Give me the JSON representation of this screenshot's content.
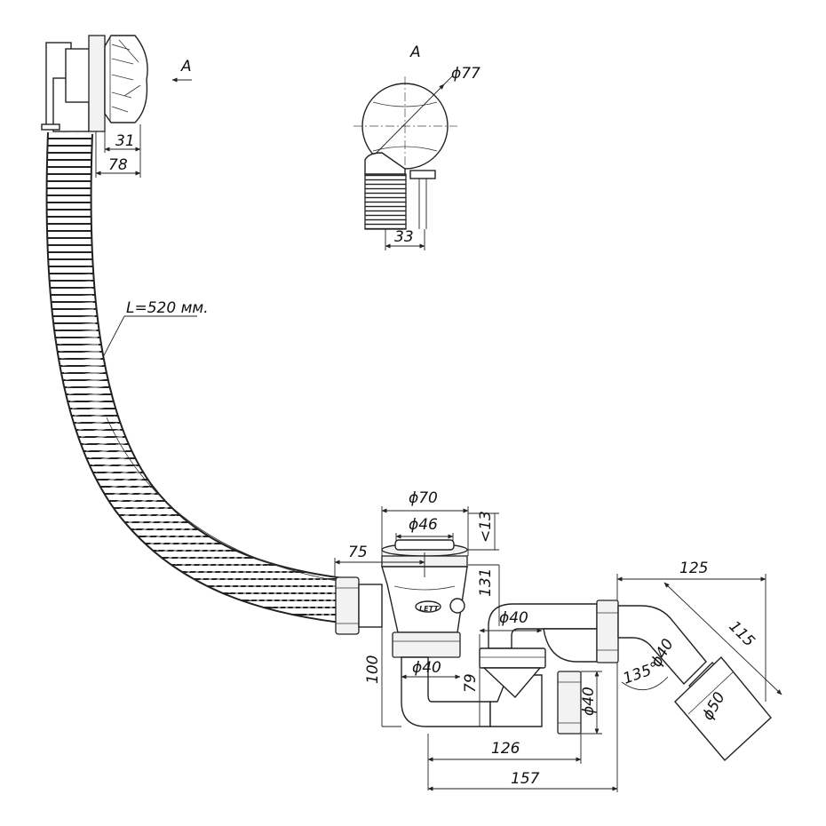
{
  "labels": {
    "view_marker": "A",
    "view_title": "A",
    "hose_length": "L=520 мм.",
    "logo": "LETT"
  },
  "dimensions": {
    "overflow_depth": "31",
    "overflow_total": "78",
    "overflow_diameter": "ϕ77",
    "overflow_width": "33",
    "plug_outer": "ϕ70",
    "plug_inner": "ϕ46",
    "plug_lip": "<13",
    "hose_offset": "75",
    "drain_height": "131",
    "trap_height": "100",
    "trap_inlet": "ϕ40",
    "trap_drop": "79",
    "trap_branch": "ϕ40",
    "trap_side": "ϕ40",
    "outlet_reach": "125",
    "outlet_len": "115",
    "outlet_bend": "ϕ40",
    "outlet_angle": "135°",
    "outlet_socket": "ϕ50",
    "trap_width": "126",
    "total_width": "157"
  },
  "colors": {
    "line": "#222222",
    "fill": "#f2f2f2",
    "background": "#ffffff"
  }
}
